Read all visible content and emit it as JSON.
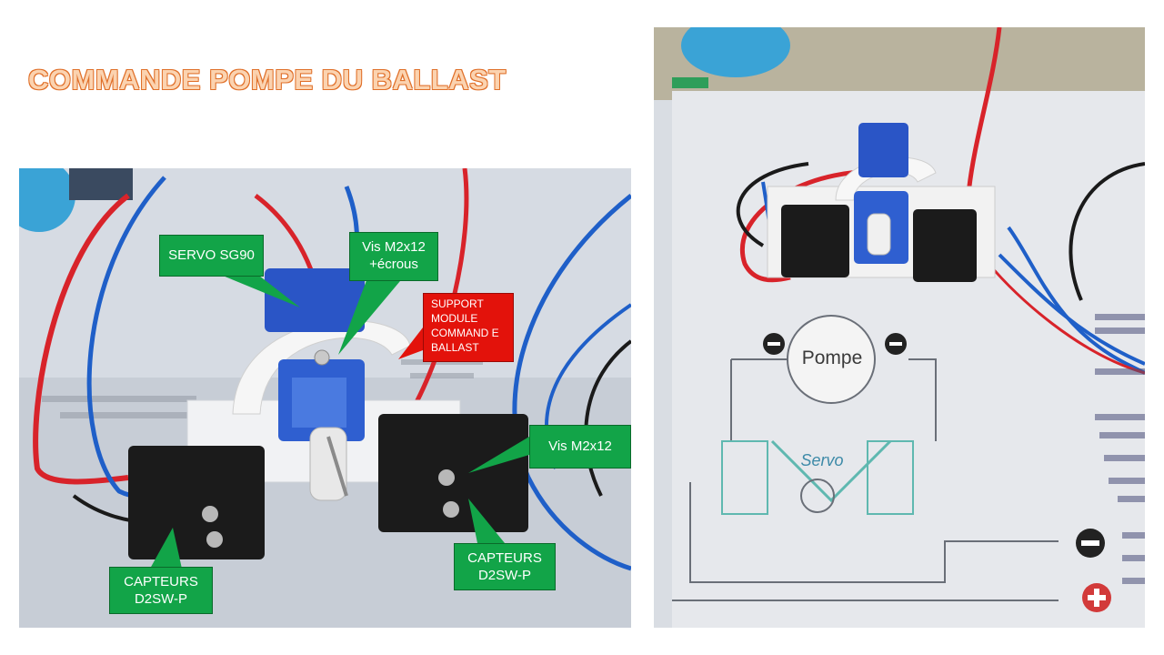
{
  "slide": {
    "title": "COMMANDE  POMPE DU BALLAST"
  },
  "callouts": {
    "servo": "SERVO SG90",
    "screw_nuts_line1": "Vis M2x12",
    "screw_nuts_line2": "+écrous",
    "support": "SUPPORT MODULE COMMAND E BALLAST",
    "screw": "Vis M2x12",
    "sensors_right_line1": "CAPTEURS",
    "sensors_right_line2": "D2SW-P",
    "sensors_left_line1": "CAPTEURS",
    "sensors_left_line2": "D2SW-P"
  },
  "diagram": {
    "pump_label": "Pompe",
    "servo_label": "Servo",
    "minus_sign": "−",
    "plus_sign": "+"
  },
  "colors": {
    "title_orange": "#f4a261",
    "callout_green": "#12a448",
    "callout_red": "#e3120b",
    "wire_red": "#d8232a",
    "wire_blue": "#1f5fc8",
    "wire_black": "#1a1a1a",
    "servo_blue": "#2a55c6"
  }
}
